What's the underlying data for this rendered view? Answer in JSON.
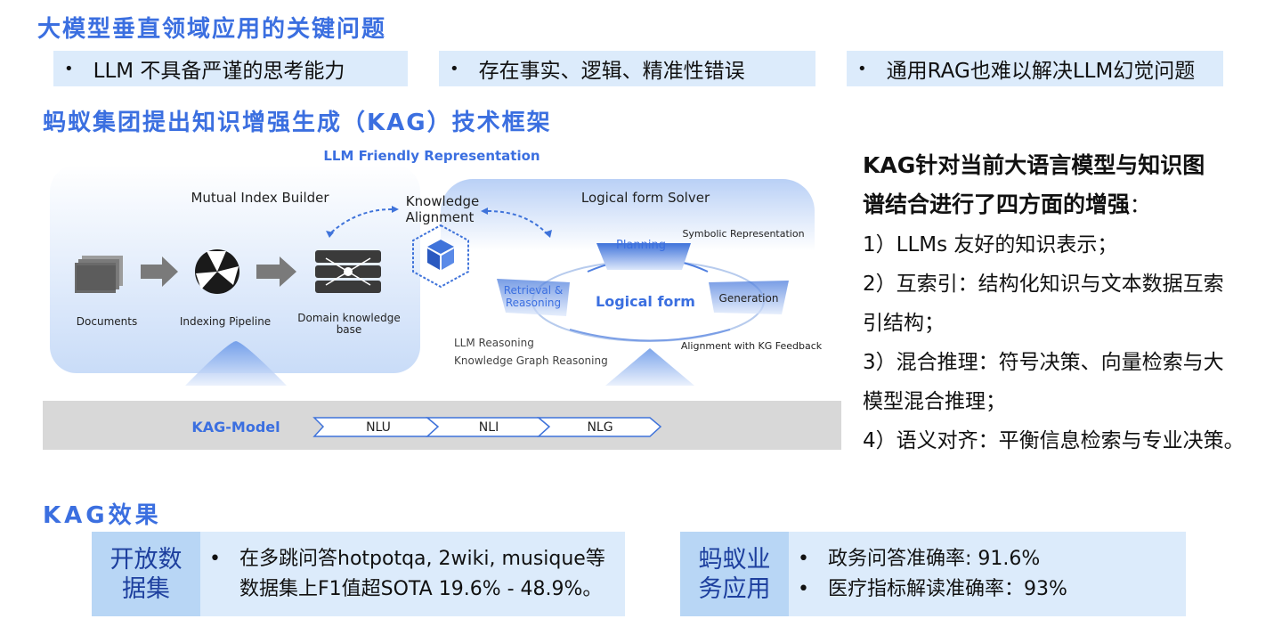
{
  "heading_issues": "大模型垂直领域应用的关键问题",
  "issues": [
    {
      "bullet": "•",
      "text": "LLM 不具备严谨的思考能力"
    },
    {
      "bullet": "•",
      "text": "存在事实、逻辑、精准性错误"
    },
    {
      "bullet": "•",
      "text": "通用RAG也难以解决LLM幻觉问题"
    }
  ],
  "heading_kag": "蚂蚁集团提出知识增强生成（KAG）技术框架",
  "diagram": {
    "top_label": "LLM Friendly Representation",
    "mutual_index_builder": "Mutual Index Builder",
    "knowledge_alignment_1": "Knowledge",
    "knowledge_alignment_2": "Alignment",
    "logical_form_solver": "Logical form Solver",
    "documents": "Documents",
    "indexing_pipeline": "Indexing Pipeline",
    "domain_kb_1": "Domain knowledge",
    "domain_kb_2": "base",
    "planning": "Planning",
    "symbolic_representation": "Symbolic Representation",
    "retrieval_1": "Retrieval &",
    "retrieval_2": "Reasoning",
    "logical_form": "Logical form",
    "generation": "Generation",
    "llm_reasoning": "LLM Reasoning",
    "kg_reasoning": "Knowledge Graph Reasoning",
    "alignment_kg": "Alignment with KG Feedback",
    "kag_model": "KAG-Model",
    "nlu": "NLU",
    "nli": "NLI",
    "nlg": "NLG"
  },
  "kag_desc": {
    "head_1": "KAG针对当前大语言模型与知识图",
    "head_2": "谱结合进行了四方面的增强",
    "head_colon": "：",
    "lines": [
      "1）LLMs 友好的知识表示；",
      "2）互索引：结构化知识与文本数据互索",
      "引结构；",
      "3）混合推理：符号决策、向量检索与大",
      "模型混合推理；",
      "4）语义对齐：平衡信息检索与专业决策。"
    ]
  },
  "heading_effect": "KAG效果",
  "results": [
    {
      "label_1": "开放数",
      "label_2": "据集",
      "lines": [
        {
          "bullet": "•",
          "text": "在多跳问答hotpotqa, 2wiki, musique等"
        },
        {
          "bullet": "",
          "text": "数据集上F1值超SOTA 19.6% - 48.9%。"
        }
      ]
    },
    {
      "label_1": "蚂蚁业",
      "label_2": "务应用",
      "lines": [
        {
          "bullet": "•",
          "text": "政务问答准确率:  91.6%"
        },
        {
          "bullet": "•",
          "text": "医疗指标解读准确率：93%"
        }
      ]
    }
  ]
}
